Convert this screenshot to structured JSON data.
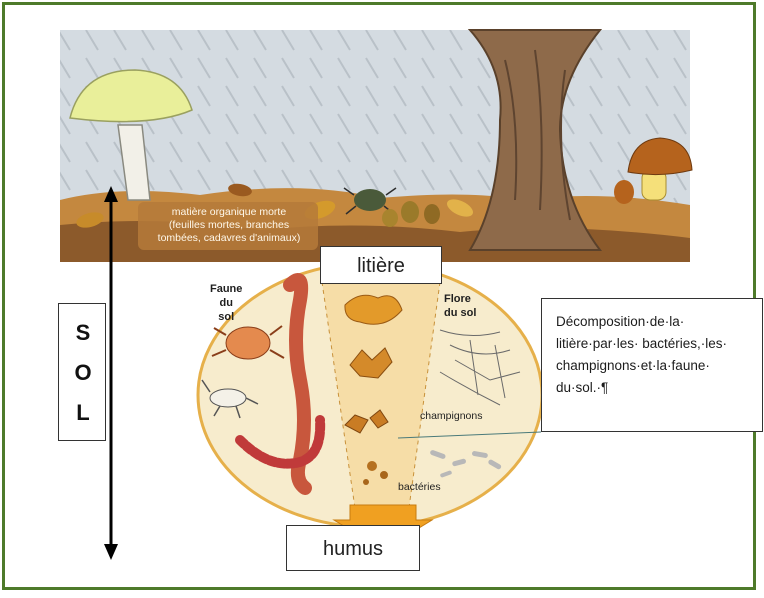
{
  "labels": {
    "matter_line1": "matière organique morte",
    "matter_line2": "(feuilles mortes, branches",
    "matter_line3": "tombées, cadavres d'animaux)",
    "litiere": "litière",
    "humus": "humus",
    "sol_letters": [
      "S",
      "O",
      "L"
    ],
    "faune_line1": "Faune",
    "faune_line2": "du",
    "faune_line3": "sol",
    "flore_line1": "Flore",
    "flore_line2": "du sol",
    "champignons": "champignons",
    "bacteries": "bactéries",
    "description": "Décomposition·de·la· litière·par·les· bactéries,·les· champignons·et·la·faune· du·sol.·¶"
  },
  "colors": {
    "frame": "#4e7a2a",
    "sky": "#cfd6dc",
    "ground": "#b77a3a",
    "soil_oval": "#f6e9c6",
    "oval_border": "#e0a73a",
    "funnel": "#f6dca0",
    "arrow_down": "#f0a021",
    "worm": "#c8573d"
  },
  "icons": [
    "mushroom-white-icon",
    "mushroom-brown-icon",
    "tree-trunk-icon",
    "beetle-icon",
    "acorn-icon",
    "mite-icon",
    "earthworm-icon",
    "springtail-icon",
    "centipede-icon",
    "fungal-mycelium-icon",
    "bacteria-icon",
    "leaf-icon"
  ]
}
